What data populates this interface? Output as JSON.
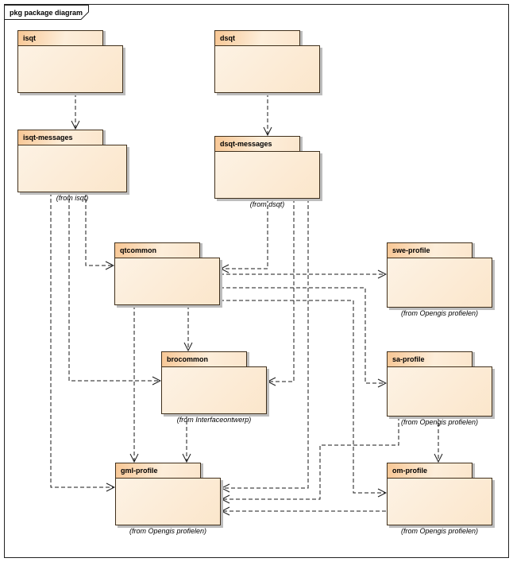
{
  "frame": {
    "title": "pkg package diagram",
    "type": "UML package diagram"
  },
  "packages": [
    {
      "id": "isqt",
      "name": "isqt",
      "from_label": ""
    },
    {
      "id": "dsqt",
      "name": "dsqt",
      "from_label": ""
    },
    {
      "id": "isqt-messages",
      "name": "isqt-messages",
      "from_label": "(from isqt)"
    },
    {
      "id": "dsqt-messages",
      "name": "dsqt-messages",
      "from_label": "(from dsqt)"
    },
    {
      "id": "qtcommon",
      "name": "qtcommon",
      "from_label": ""
    },
    {
      "id": "swe-profile",
      "name": "swe-profile",
      "from_label": "(from Opengis profielen)"
    },
    {
      "id": "brocommon",
      "name": "brocommon",
      "from_label": "(from Interfaceontwerp)"
    },
    {
      "id": "sa-profile",
      "name": "sa-profile",
      "from_label": "(from Opengis profielen)"
    },
    {
      "id": "gml-profile",
      "name": "gml-profile",
      "from_label": "(from Opengis profielen)"
    },
    {
      "id": "om-profile",
      "name": "om-profile",
      "from_label": "(from Opengis profielen)"
    }
  ],
  "connections": [
    {
      "from": "isqt",
      "to": "isqt-messages",
      "style": "dashed-dependency"
    },
    {
      "from": "dsqt",
      "to": "dsqt-messages",
      "style": "dashed-dependency"
    },
    {
      "from": "isqt-messages",
      "to": "qtcommon",
      "style": "dashed-dependency"
    },
    {
      "from": "isqt-messages",
      "to": "brocommon",
      "style": "dashed-dependency"
    },
    {
      "from": "isqt-messages",
      "to": "gml-profile",
      "style": "dashed-dependency"
    },
    {
      "from": "dsqt-messages",
      "to": "qtcommon",
      "style": "dashed-dependency"
    },
    {
      "from": "dsqt-messages",
      "to": "brocommon",
      "style": "dashed-dependency"
    },
    {
      "from": "dsqt-messages",
      "to": "gml-profile",
      "style": "dashed-dependency"
    },
    {
      "from": "qtcommon",
      "to": "swe-profile",
      "style": "dashed-dependency"
    },
    {
      "from": "qtcommon",
      "to": "sa-profile",
      "style": "dashed-dependency"
    },
    {
      "from": "qtcommon",
      "to": "om-profile",
      "style": "dashed-dependency"
    },
    {
      "from": "qtcommon",
      "to": "brocommon",
      "style": "dashed-dependency"
    },
    {
      "from": "qtcommon",
      "to": "gml-profile",
      "style": "dashed-dependency"
    },
    {
      "from": "brocommon",
      "to": "gml-profile",
      "style": "dashed-dependency"
    },
    {
      "from": "sa-profile",
      "to": "gml-profile",
      "style": "dashed-dependency"
    },
    {
      "from": "sa-profile",
      "to": "om-profile",
      "style": "dashed-dependency"
    },
    {
      "from": "om-profile",
      "to": "gml-profile",
      "style": "dashed-dependency"
    }
  ],
  "colors": {
    "package_fill_light": "#fdf2e4",
    "package_fill_dark": "#f8c795",
    "package_border": "#40301c",
    "connector": "#1a1a1a",
    "shadow": "#bdbdbd",
    "background": "#ffffff"
  }
}
